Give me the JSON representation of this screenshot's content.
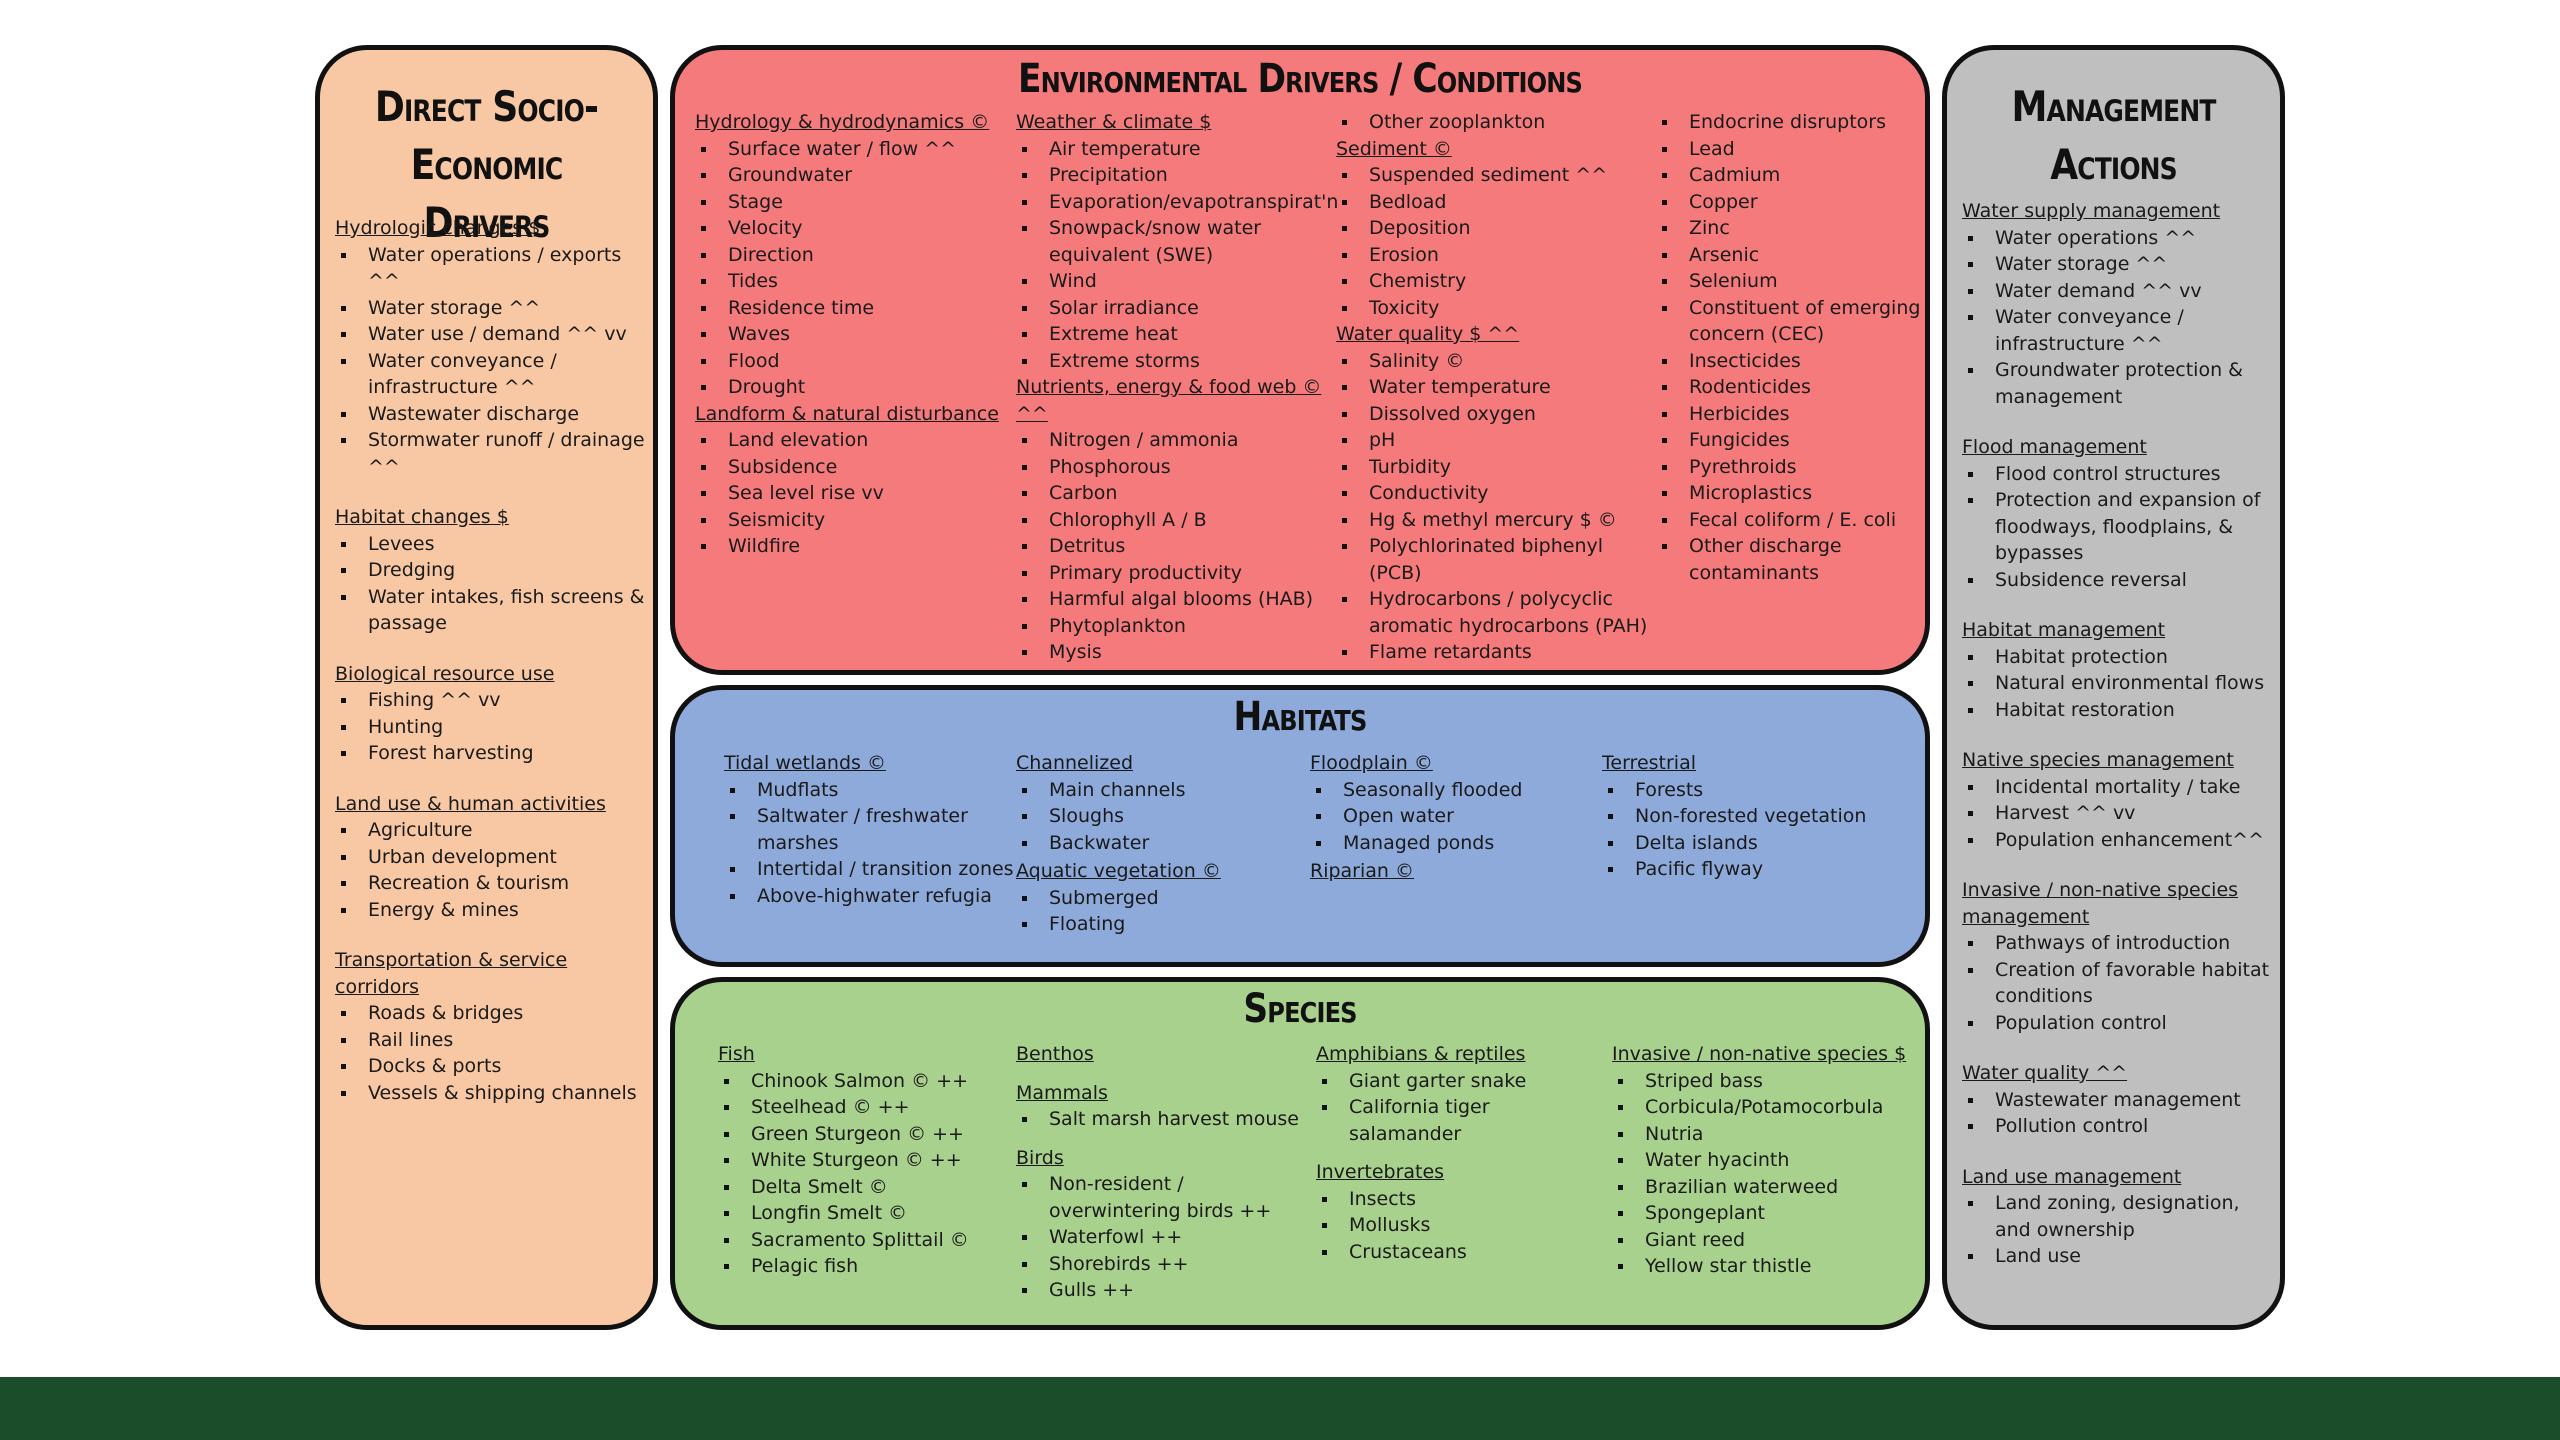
{
  "left": {
    "title": "Direct Socio-Economic Drivers",
    "sections": [
      {
        "heading": "Hydrologic changes $",
        "items": [
          "Water operations / exports ^^",
          "Water storage ^^",
          "Water use / demand ^^ vv",
          "Water conveyance / infrastructure ^^",
          "Wastewater discharge",
          "Stormwater runoff / drainage ^^"
        ]
      },
      {
        "heading": "Habitat changes $",
        "items": [
          "Levees",
          "Dredging",
          "Water intakes, fish screens & passage"
        ]
      },
      {
        "heading": "Biological resource use",
        "items": [
          "Fishing ^^ vv",
          "Hunting",
          "Forest harvesting"
        ]
      },
      {
        "heading": "Land use & human activities",
        "items": [
          "Agriculture",
          "Urban development",
          "Recreation & tourism",
          "Energy & mines"
        ]
      },
      {
        "heading": "Transportation & service corridors",
        "items": [
          "Roads & bridges",
          "Rail lines",
          "Docks & ports",
          "Vessels & shipping channels"
        ]
      }
    ]
  },
  "env": {
    "title": "Environmental Drivers / Conditions",
    "columns": [
      [
        {
          "heading": "Hydrology & hydrodynamics ©",
          "items": [
            "Surface water / flow ^^",
            "Groundwater",
            "Stage",
            "Velocity",
            "Direction",
            "Tides",
            "Residence time",
            "Waves",
            "Flood",
            "Drought"
          ]
        },
        {
          "heading": "Landform & natural disturbance",
          "items": [
            "Land elevation",
            "Subsidence",
            "Sea level rise vv",
            "Seismicity",
            "Wildfire"
          ]
        }
      ],
      [
        {
          "heading": "Weather & climate $",
          "items": [
            "Air temperature",
            "Precipitation",
            "Evaporation/evapotranspirat'n",
            "Snowpack/snow water equivalent (SWE)",
            "Wind",
            "Solar irradiance",
            "Extreme heat",
            "Extreme storms"
          ]
        },
        {
          "heading": "Nutrients, energy & food web © ^^",
          "items": [
            "Nitrogen / ammonia",
            "Phosphorous",
            "Carbon",
            "Chlorophyll A / B",
            "Detritus",
            "Primary productivity",
            "Harmful algal blooms (HAB)",
            "Phytoplankton",
            "Mysis"
          ]
        }
      ],
      [
        {
          "heading": "",
          "items": [
            "Other zooplankton"
          ]
        },
        {
          "heading": "Sediment ©",
          "items": [
            "Suspended sediment ^^",
            "Bedload",
            "Deposition",
            "Erosion",
            "Chemistry",
            "Toxicity"
          ]
        },
        {
          "heading": "Water quality $ ^^",
          "items": [
            "Salinity ©",
            "Water temperature",
            "Dissolved oxygen",
            "pH",
            "Turbidity",
            "Conductivity",
            "Hg & methyl mercury $ ©",
            "Polychlorinated biphenyl (PCB)",
            "Hydrocarbons / polycyclic aromatic hydrocarbons (PAH)",
            "Flame retardants"
          ]
        }
      ],
      [
        {
          "heading": "",
          "items": [
            "Endocrine disruptors",
            "Lead",
            "Cadmium",
            "Copper",
            "Zinc",
            "Arsenic",
            "Selenium",
            "Constituent of emerging concern (CEC)",
            "Insecticides",
            "Rodenticides",
            "Herbicides",
            "Fungicides",
            "Pyrethroids",
            "Microplastics",
            "Fecal coliform / E. coli",
            "Other discharge contaminants"
          ]
        }
      ]
    ]
  },
  "habitats": {
    "title": "Habitats",
    "columns": [
      [
        {
          "heading": "Tidal wetlands ©",
          "items": [
            "Mudflats",
            "Saltwater / freshwater marshes",
            "Intertidal / transition zones",
            "Above-highwater refugia"
          ]
        }
      ],
      [
        {
          "heading": "Channelized",
          "items": [
            "Main channels",
            "Sloughs",
            "Backwater"
          ]
        },
        {
          "heading": "Aquatic vegetation ©",
          "items": [
            "Submerged",
            "Floating"
          ]
        }
      ],
      [
        {
          "heading": "Floodplain ©",
          "items": [
            "Seasonally flooded",
            "Open water",
            "Managed ponds"
          ]
        },
        {
          "heading": "Riparian ©",
          "items": []
        }
      ],
      [
        {
          "heading": "Terrestrial",
          "items": [
            "Forests",
            "Non-forested vegetation",
            "Delta islands",
            "Pacific flyway"
          ]
        }
      ]
    ]
  },
  "species": {
    "title": "Species",
    "columns": [
      [
        {
          "heading": "Fish",
          "items": [
            "Chinook Salmon © ++",
            "Steelhead © ++",
            "Green Sturgeon © ++",
            "White Sturgeon © ++",
            "Delta Smelt ©",
            "Longfin Smelt ©",
            "Sacramento Splittail ©",
            "Pelagic fish"
          ]
        }
      ],
      [
        {
          "heading": "Benthos",
          "items": []
        },
        {
          "heading": "Mammals",
          "items": [
            "Salt marsh harvest mouse"
          ]
        },
        {
          "heading": "Birds",
          "items": [
            "Non-resident / overwintering birds ++",
            "Waterfowl ++",
            "Shorebirds ++",
            "Gulls ++"
          ]
        }
      ],
      [
        {
          "heading": "Amphibians & reptiles",
          "items": [
            "Giant garter snake",
            "California tiger salamander"
          ]
        },
        {
          "heading": "Invertebrates",
          "items": [
            "Insects",
            "Mollusks",
            "Crustaceans"
          ]
        }
      ],
      [
        {
          "heading": "Invasive / non-native species $",
          "items": [
            "Striped bass",
            "Corbicula/Potamocorbula",
            "Nutria",
            "Water hyacinth",
            "Brazilian waterweed",
            "Spongeplant",
            "Giant reed",
            "Yellow star thistle"
          ]
        }
      ]
    ]
  },
  "right": {
    "title": "Management Actions",
    "sections": [
      {
        "heading": "Water supply management",
        "items": [
          "Water operations ^^",
          "Water storage ^^",
          "Water demand ^^ vv",
          "Water conveyance / infrastructure ^^",
          "Groundwater protection & management"
        ]
      },
      {
        "heading": "Flood management",
        "items": [
          "Flood control structures",
          "Protection and expansion of floodways, floodplains, & bypasses",
          "Subsidence reversal"
        ]
      },
      {
        "heading": "Habitat management",
        "items": [
          "Habitat protection",
          "Natural environmental flows",
          "Habitat restoration"
        ]
      },
      {
        "heading": "Native species management",
        "items": [
          "Incidental mortality / take",
          "Harvest ^^ vv",
          "Population enhancement^^"
        ]
      },
      {
        "heading": "Invasive / non-native species management",
        "items": [
          "Pathways of introduction",
          "Creation of favorable habitat conditions",
          "Population control"
        ]
      },
      {
        "heading": "Water quality ^^",
        "items": [
          "Wastewater management",
          "Pollution control"
        ]
      },
      {
        "heading": "Land use management",
        "items": [
          "Land zoning, designation, and ownership",
          "Land use"
        ]
      }
    ]
  },
  "colors": {
    "socio_economic": "#f8c8a4",
    "environmental": "#f47a7c",
    "habitats": "#8eaadb",
    "species": "#a9d18e",
    "management": "#bfbfbf",
    "footer": "#1b4d2b"
  }
}
